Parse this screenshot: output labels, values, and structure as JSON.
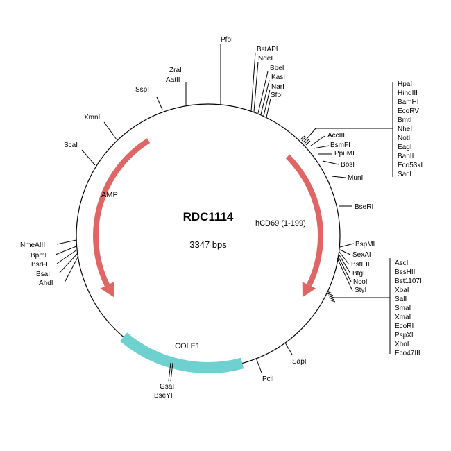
{
  "plasmid": {
    "name": "RDC1114",
    "size_label": "3347 bps",
    "size_bp": 3347
  },
  "colors": {
    "backbone": "#000000",
    "arrow_feature": "#e06666",
    "cole1_feature": "#6fd0d0"
  },
  "features": [
    {
      "id": "amp",
      "label": "AMP",
      "type": "arrow"
    },
    {
      "id": "hcd69",
      "label": "hCD69 (1-199)",
      "type": "arrow"
    },
    {
      "id": "cole1",
      "label": "COLE1",
      "type": "block"
    }
  ],
  "sites": {
    "top": [
      "PfoI",
      "ZraI",
      "AatII",
      "SspI",
      "XmnI",
      "ScaI"
    ],
    "group_top_right": [
      "BstAPI",
      "NdeI",
      "BbeI",
      "KasI",
      "NarI",
      "SfoI"
    ],
    "right_upper": [
      "AccIII",
      "BsmFI",
      "PpuMI",
      "BbsI",
      "MunI",
      "BseRI"
    ],
    "mcs1": [
      "HpaI",
      "HindIII",
      "BamHI",
      "EcoRV",
      "BmtI",
      "NheI",
      "NotI",
      "EagI",
      "BanII",
      "Eco53kI",
      "SacI"
    ],
    "right_middle": [
      "BspMI",
      "SexAI",
      "BstEII",
      "BtgI",
      "NcoI",
      "StyI"
    ],
    "mcs2": [
      "AscI",
      "BssHII",
      "Bst1107I",
      "XbaI",
      "SalI",
      "SmaI",
      "XmaI",
      "EcoRI",
      "PspXI",
      "XhoI",
      "Eco47III"
    ],
    "bottom": [
      "SapI",
      "PciI",
      "GsaI",
      "BseYI"
    ],
    "left": [
      "NmeAIII",
      "BpmI",
      "BsrFI",
      "BsaI",
      "AhdI"
    ]
  }
}
